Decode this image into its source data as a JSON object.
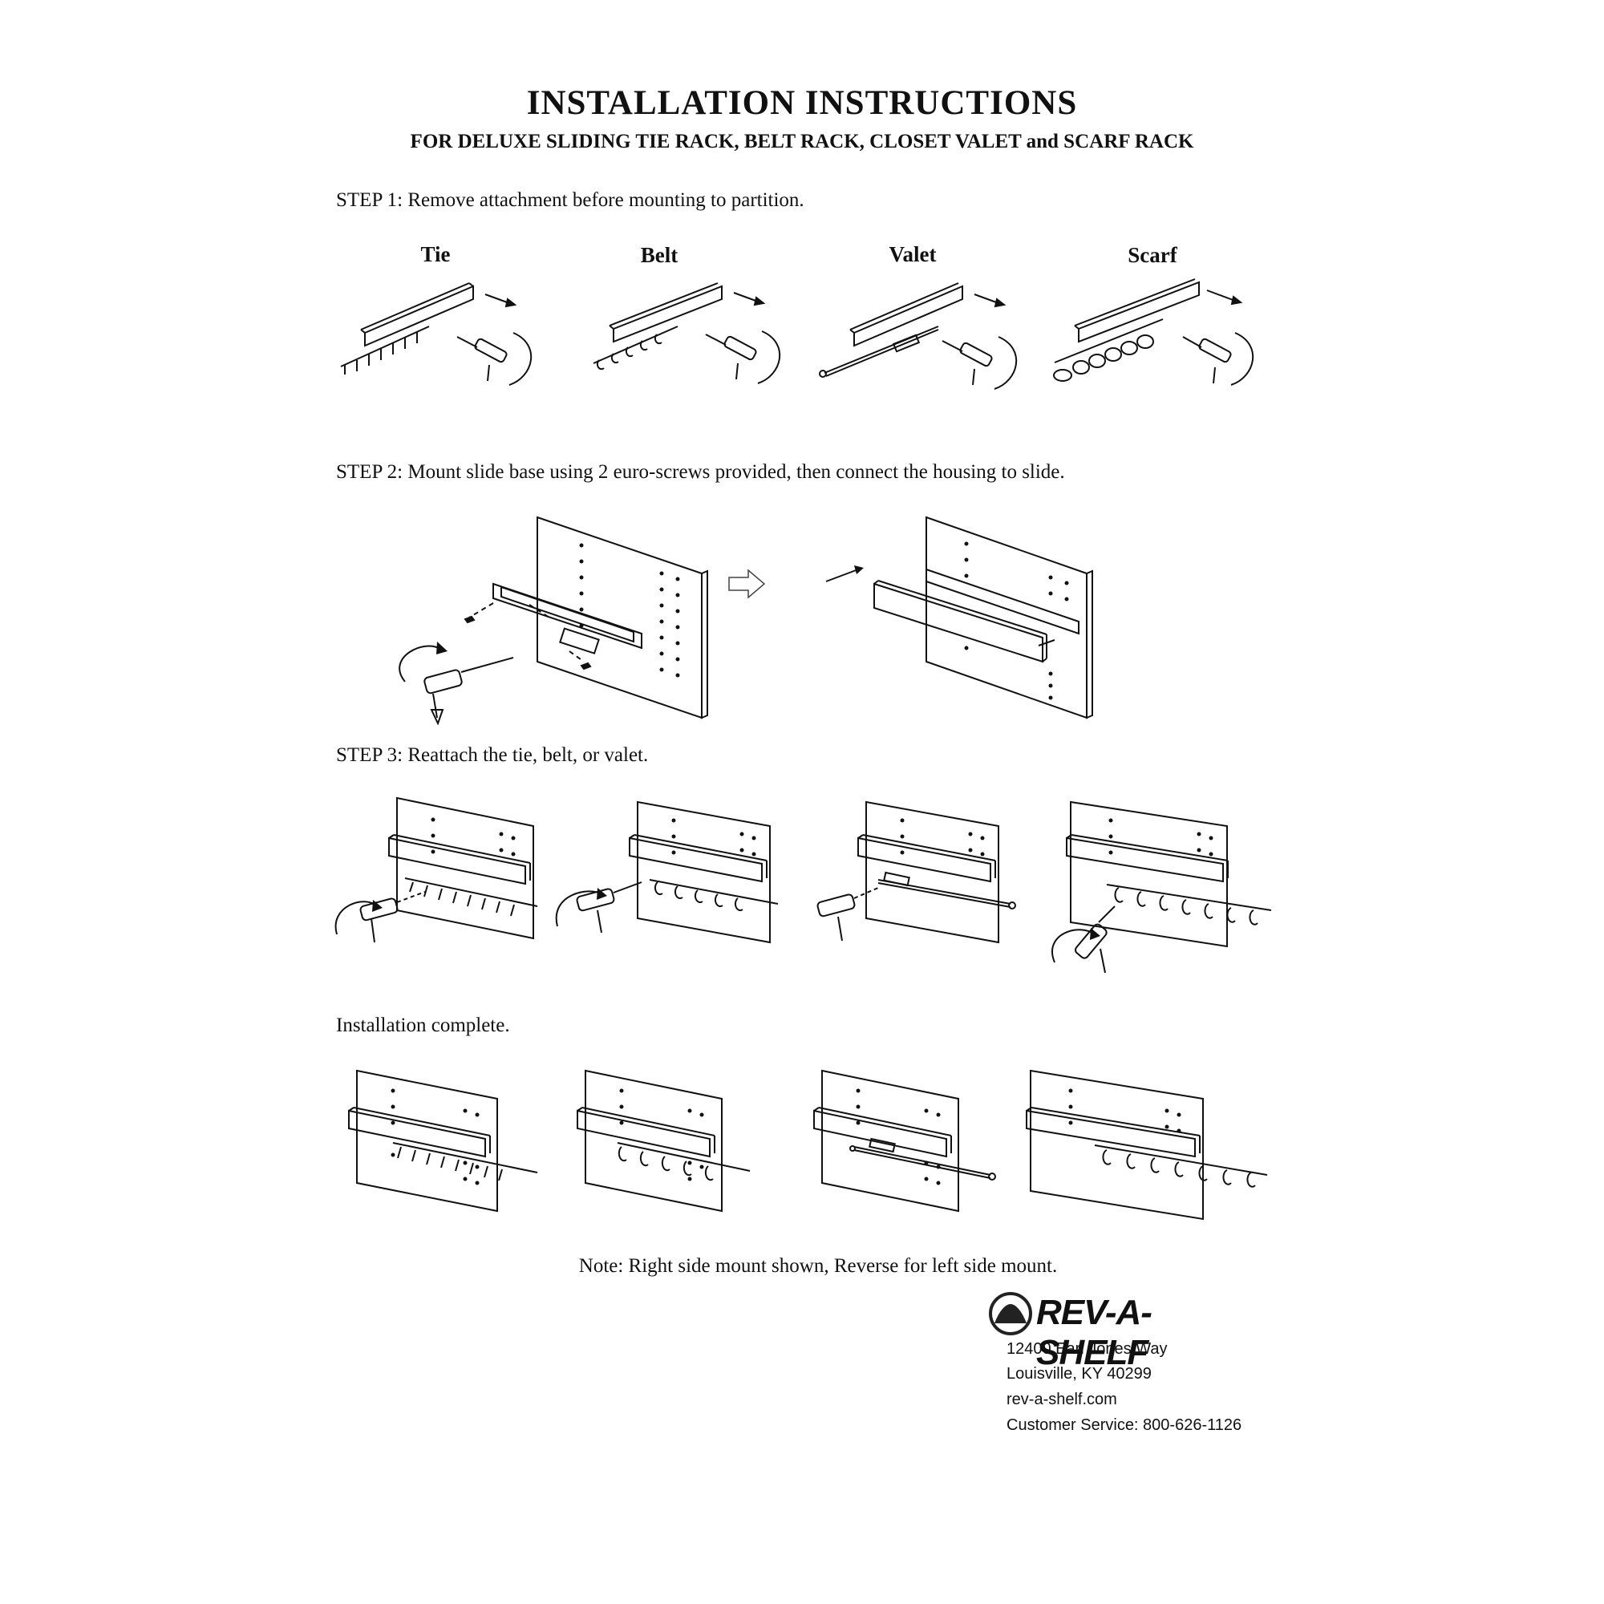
{
  "header": {
    "title": "INSTALLATION  INSTRUCTIONS",
    "subtitle": "FOR DELUXE SLIDING TIE RACK, BELT RACK, CLOSET VALET and SCARF RACK"
  },
  "steps": {
    "step1": "STEP 1: Remove attachment before mounting to partition.",
    "step2": "STEP 2: Mount slide base using 2 euro-screws provided, then connect the housing to slide.",
    "step3": "STEP 3: Reattach the tie, belt, or valet.",
    "complete": "Installation complete."
  },
  "racks": [
    {
      "label": "Tie"
    },
    {
      "label": "Belt"
    },
    {
      "label": "Valet"
    },
    {
      "label": "Scarf"
    }
  ],
  "note": "Note: Right side mount shown, Reverse for left side mount.",
  "company": {
    "logo_text": "REV-A-SHELF",
    "address1": "12400 Earl Jones Way",
    "address2": "Louisville, KY 40299",
    "website": "rev-a-shelf.com",
    "service": "Customer Service: 800-626-1126"
  }
}
